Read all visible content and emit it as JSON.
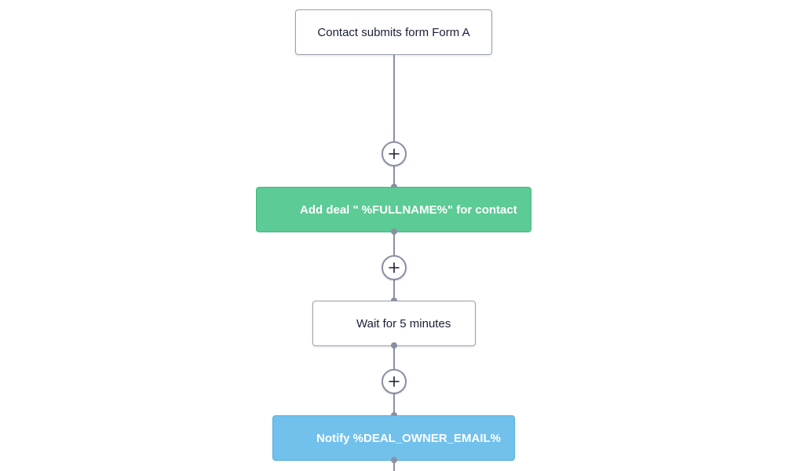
{
  "workflow": {
    "trigger": {
      "label": "Contact submits form Form A"
    },
    "steps": [
      {
        "type": "add-deal",
        "label": "Add deal \" %FULLNAME%\" for contact",
        "color": "#5ccb95"
      },
      {
        "type": "wait",
        "label": "Wait for 5 minutes",
        "color": "#ffffff"
      },
      {
        "type": "notify",
        "label": "Notify %DEAL_OWNER_EMAIL%",
        "color": "#71c1ec"
      }
    ],
    "add_step_icon": "plus-icon"
  },
  "colors": {
    "connector": "#8a8fa3",
    "deal_action": "#5ccb95",
    "notify_action": "#71c1ec"
  }
}
